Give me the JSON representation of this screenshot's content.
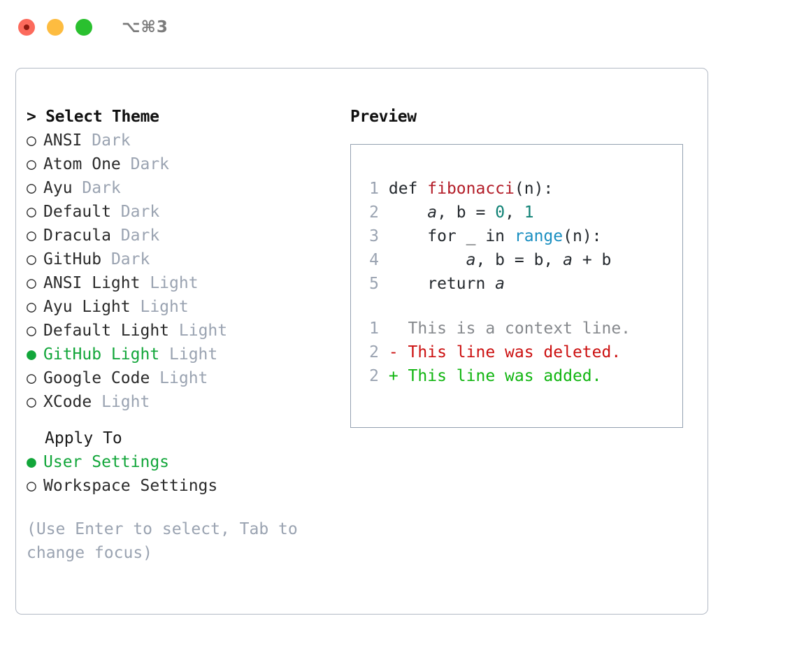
{
  "titlebar": {
    "shortcut": "⌥⌘3",
    "buttons": {
      "close": "close",
      "minimize": "minimize",
      "maximize": "maximize"
    }
  },
  "theme_picker": {
    "prompt": "> Select Theme",
    "items": [
      {
        "bullet": "○",
        "name": "ANSI",
        "tag": "Dark",
        "selected": false
      },
      {
        "bullet": "○",
        "name": "Atom One",
        "tag": "Dark",
        "selected": false
      },
      {
        "bullet": "○",
        "name": "Ayu",
        "tag": "Dark",
        "selected": false
      },
      {
        "bullet": "○",
        "name": "Default",
        "tag": "Dark",
        "selected": false
      },
      {
        "bullet": "○",
        "name": "Dracula",
        "tag": "Dark",
        "selected": false
      },
      {
        "bullet": "○",
        "name": "GitHub",
        "tag": "Dark",
        "selected": false
      },
      {
        "bullet": "○",
        "name": "ANSI Light",
        "tag": "Light",
        "selected": false
      },
      {
        "bullet": "○",
        "name": "Ayu Light",
        "tag": "Light",
        "selected": false
      },
      {
        "bullet": "○",
        "name": "Default Light",
        "tag": "Light",
        "selected": false
      },
      {
        "bullet": "●",
        "name": "GitHub Light",
        "tag": "Light",
        "selected": true
      },
      {
        "bullet": "○",
        "name": "Google Code",
        "tag": "Light",
        "selected": false
      },
      {
        "bullet": "○",
        "name": "XCode",
        "tag": "Light",
        "selected": false
      }
    ]
  },
  "apply_to": {
    "heading": "Apply To",
    "options": [
      {
        "bullet": "●",
        "label": "User Settings",
        "selected": true
      },
      {
        "bullet": "○",
        "label": "Workspace Settings",
        "selected": false
      }
    ]
  },
  "hint": "(Use Enter to select, Tab to change focus)",
  "preview": {
    "heading": "Preview",
    "code_lines": [
      {
        "num": "1",
        "indent": " ",
        "parts": [
          {
            "t": "def ",
            "style": "plain"
          },
          {
            "t": "fibonacci",
            "style": "fn"
          },
          {
            "t": "(n):",
            "style": "plain"
          }
        ]
      },
      {
        "num": "2",
        "indent": " ",
        "parts": [
          {
            "t": "    ",
            "style": "plain"
          },
          {
            "t": "a",
            "style": "var"
          },
          {
            "t": ", b = ",
            "style": "plain"
          },
          {
            "t": "0",
            "style": "num"
          },
          {
            "t": ", ",
            "style": "plain"
          },
          {
            "t": "1",
            "style": "num"
          }
        ]
      },
      {
        "num": "3",
        "indent": " ",
        "parts": [
          {
            "t": "    for _ in ",
            "style": "plain"
          },
          {
            "t": "range",
            "style": "kw"
          },
          {
            "t": "(n):",
            "style": "plain"
          }
        ]
      },
      {
        "num": "4",
        "indent": " ",
        "parts": [
          {
            "t": "        ",
            "style": "plain"
          },
          {
            "t": "a",
            "style": "var"
          },
          {
            "t": ", b = b, ",
            "style": "plain"
          },
          {
            "t": "a",
            "style": "var"
          },
          {
            "t": " + b",
            "style": "plain"
          }
        ]
      },
      {
        "num": "5",
        "indent": " ",
        "parts": [
          {
            "t": "    return ",
            "style": "plain"
          },
          {
            "t": "a",
            "style": "var"
          }
        ]
      }
    ],
    "diff_lines": [
      {
        "num": "1",
        "marker": "  ",
        "text": "This is a context line.",
        "kind": "context"
      },
      {
        "num": "2",
        "marker": "- ",
        "text": "This line was deleted.",
        "kind": "deleted"
      },
      {
        "num": "2",
        "marker": "+ ",
        "text": "This line was added.",
        "kind": "added"
      }
    ]
  },
  "colors": {
    "accent_green": "#12a63a",
    "muted_gray": "#9aa3b1",
    "border": "#b3bac5",
    "preview_border": "#93a0b0",
    "code_fn": "#b31d28",
    "code_num": "#0e8174",
    "code_kw": "#1a8fc1",
    "diff_deleted": "#cc1111",
    "diff_added": "#10b510",
    "diff_context": "#86898d"
  }
}
